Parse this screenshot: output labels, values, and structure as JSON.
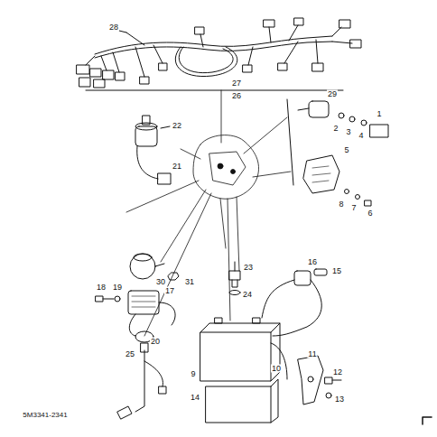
{
  "diagram": {
    "labels": [
      "28",
      "27",
      "26",
      "29",
      "2",
      "3",
      "4",
      "1",
      "22",
      "21",
      "5",
      "8",
      "7",
      "6",
      "30",
      "31",
      "23",
      "24",
      "16",
      "15",
      "18",
      "19",
      "17",
      "20",
      "25",
      "9",
      "10",
      "14",
      "11",
      "12",
      "13",
      "5M3341-2341"
    ]
  }
}
